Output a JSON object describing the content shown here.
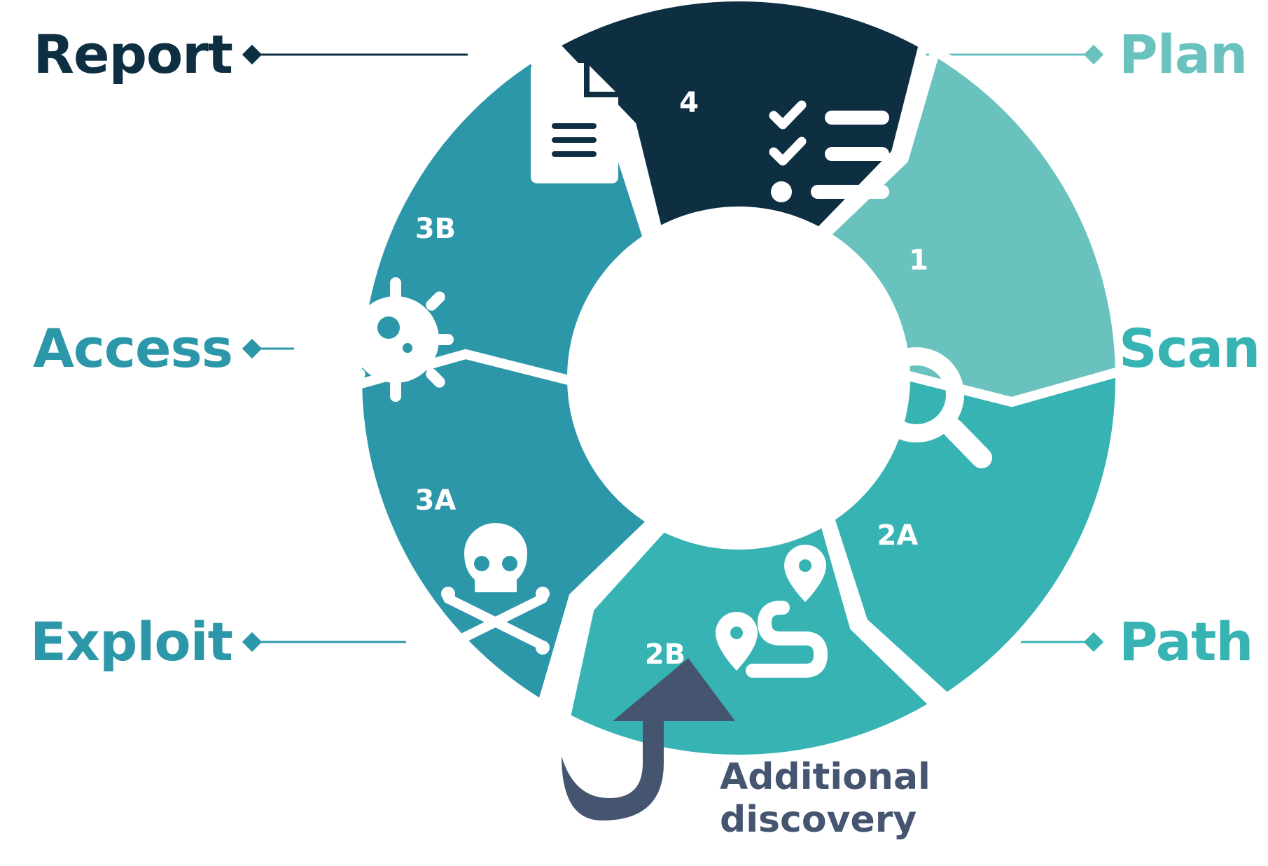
{
  "steps": {
    "plan": {
      "label": "Plan",
      "number": "1",
      "color": "#69C2BE"
    },
    "scan": {
      "label": "Scan",
      "number": "2A",
      "color": "#37B3B4"
    },
    "path": {
      "label": "Path",
      "number": "2B",
      "color": "#37B3B4"
    },
    "exploit": {
      "label": "Exploit",
      "number": "3A",
      "color": "#2C97A8"
    },
    "access": {
      "label": "Access",
      "number": "3B",
      "color": "#2C97A8"
    },
    "report": {
      "label": "Report",
      "number": "4",
      "color": "#0E2F42"
    }
  },
  "icons": {
    "plan": "checklist-icon",
    "scan": "magnifier-icon",
    "path": "route-icon",
    "exploit": "skull-crossbones-icon",
    "access": "virus-icon",
    "report": "document-icon"
  },
  "note": {
    "line1": "Additional",
    "line2": "discovery",
    "color": "#455570"
  }
}
